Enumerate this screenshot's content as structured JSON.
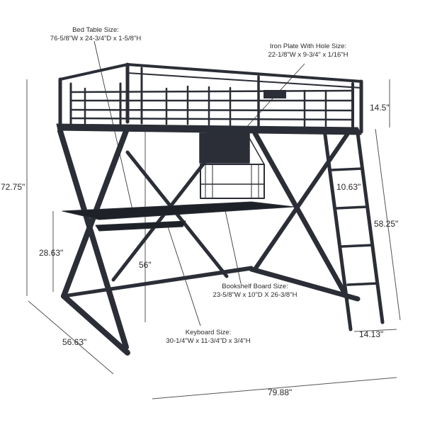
{
  "callouts": {
    "bed_table": {
      "title": "Bed Table Size:",
      "size": "76-5/8\"W x 24-3/4\"D x 1-5/8\"H"
    },
    "iron_plate": {
      "title": "Iron Plate With Hole Size:",
      "size": "22-1/8\"W x 9-3/4\" x 1/16\"H"
    },
    "bookshelf_board": {
      "title": "Bookshelf Board Size:",
      "size": "23-5/8\"W x 10\"D X 26-3/8\"H"
    },
    "keyboard": {
      "title": "Keyboard Size:",
      "size": "30-1/4\"W x 11-3/4\"D x 3/4\"H"
    }
  },
  "dimensions": {
    "total_height": "72.75\"",
    "desk_height": "28.63\"",
    "depth": "56.63\"",
    "under_bed_clearance": "56\"",
    "guardrail_height": "14.5\"",
    "ladder_height": "58.25\"",
    "ladder_width_spot": "10.63\"",
    "ladder_depth": "14.13\"",
    "length": "79.88\""
  },
  "colors": {
    "frame": "#2b2e36",
    "frame_dark": "#1f2128",
    "text": "#2a2a2a",
    "leader": "#3a3a3a",
    "background": "#ffffff"
  }
}
